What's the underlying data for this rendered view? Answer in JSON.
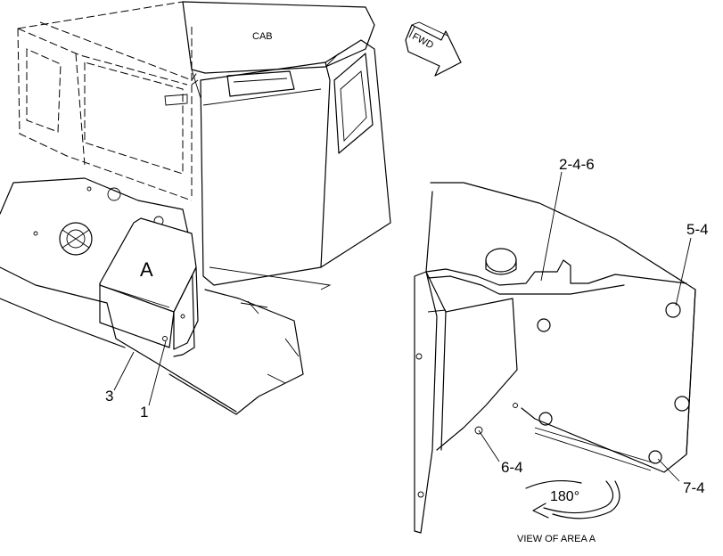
{
  "labels": {
    "cab": "CAB",
    "fwd": "FWD",
    "area": "A",
    "part_1": "1",
    "part_3": "3",
    "part_2_4_6": "2-4-6",
    "part_5_4": "5-4",
    "part_6_4": "6-4",
    "part_7_4": "7-4",
    "rotation": "180°",
    "view_caption": "VIEW OF AREA A"
  }
}
